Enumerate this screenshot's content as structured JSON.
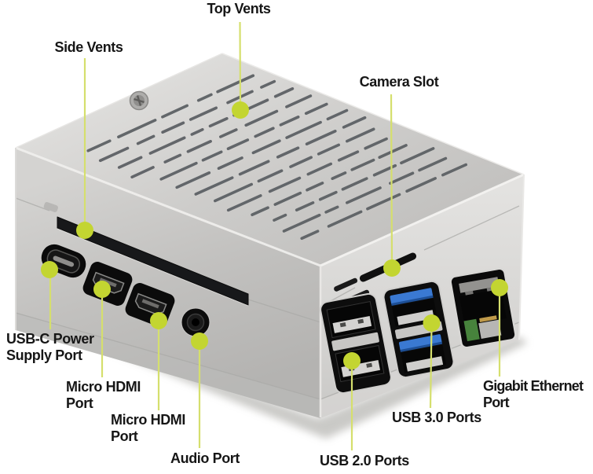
{
  "annotations": {
    "labels": [
      {
        "id": "top-vents",
        "text": "Top Vents"
      },
      {
        "id": "side-vents",
        "text": "Side Vents"
      },
      {
        "id": "camera-slot",
        "text": "Camera Slot"
      },
      {
        "id": "usb-c-power",
        "text": "USB-C Power\nSupply Port"
      },
      {
        "id": "micro-hdmi-1",
        "text": "Micro HDMI\nPort"
      },
      {
        "id": "micro-hdmi-2",
        "text": "Micro HDMI\nPort"
      },
      {
        "id": "audio-port",
        "text": "Audio Port"
      },
      {
        "id": "usb-2",
        "text": "USB 2.0 Ports"
      },
      {
        "id": "usb-3",
        "text": "USB 3.0 Ports"
      },
      {
        "id": "ethernet",
        "text": "Gigabit Ethernet\nPort"
      }
    ]
  },
  "colors": {
    "accent_green": "#c3d531",
    "callout_line": "#d5df6d",
    "label_text": "#161616",
    "usb3_blue": "#3a79d2",
    "ethernet_pcb_green": "#47833c",
    "case_light": "#dedddb",
    "case_mid": "#c7c6c4",
    "case_dark": "#b3b2b0",
    "background": "#ffffff"
  }
}
